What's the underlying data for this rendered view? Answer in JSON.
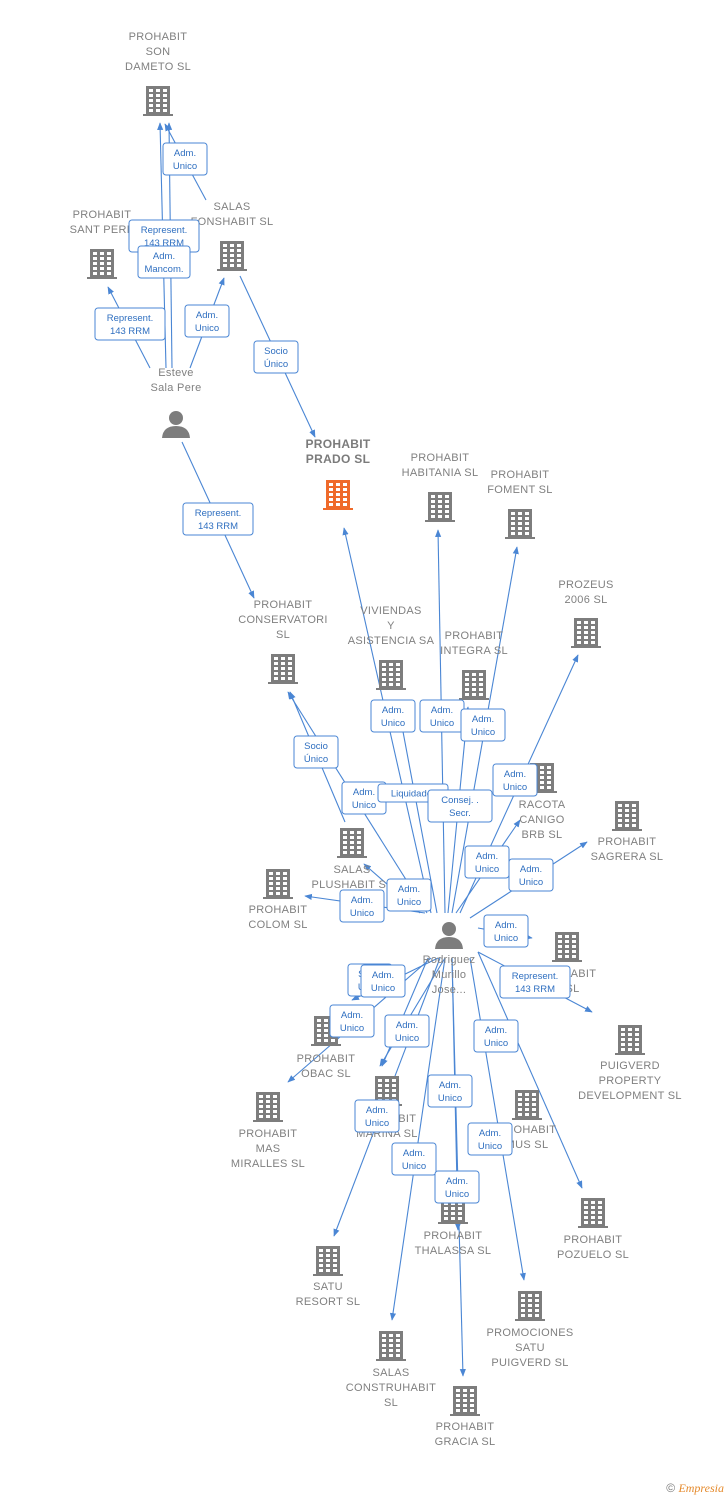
{
  "colors": {
    "edge": "#4a86d4",
    "building": "#7d7d7d",
    "building_main": "#ef6a2a",
    "person": "#7d7d7d"
  },
  "nodes": [
    {
      "id": "son_dameto",
      "type": "company",
      "lines": [
        "PROHABIT",
        "SON",
        "DAMETO  SL"
      ]
    },
    {
      "id": "sant_pere",
      "type": "company",
      "lines": [
        "PROHABIT",
        "SANT PERE"
      ]
    },
    {
      "id": "fonshabit",
      "type": "company",
      "lines": [
        "SALAS",
        "FONSHABIT  SL"
      ]
    },
    {
      "id": "esteve",
      "type": "person",
      "lines": [
        "Esteve",
        "Sala Pere"
      ]
    },
    {
      "id": "prado",
      "type": "company",
      "main": true,
      "lines": [
        "PROHABIT",
        "PRADO  SL"
      ]
    },
    {
      "id": "habitania",
      "type": "company",
      "lines": [
        "PROHABIT",
        "HABITANIA  SL"
      ]
    },
    {
      "id": "foment",
      "type": "company",
      "lines": [
        "PROHABIT",
        "FOMENT  SL"
      ]
    },
    {
      "id": "prozeus",
      "type": "company",
      "lines": [
        "PROZEUS",
        "2006 SL"
      ]
    },
    {
      "id": "conservatori",
      "type": "company",
      "lines": [
        "PROHABIT",
        "CONSERVATORI",
        "SL"
      ]
    },
    {
      "id": "viviendas",
      "type": "company",
      "lines": [
        "VIVIENDAS",
        "Y",
        "ASISTENCIA SA"
      ]
    },
    {
      "id": "integra",
      "type": "company",
      "lines": [
        "PROHABIT",
        "INTEGRA  SL"
      ]
    },
    {
      "id": "racota",
      "type": "company",
      "lines": [
        "RACOTA",
        "CANIGO",
        "BRB  SL"
      ]
    },
    {
      "id": "sagrera",
      "type": "company",
      "lines": [
        "PROHABIT",
        "SAGRERA  SL"
      ]
    },
    {
      "id": "plushabit",
      "type": "company",
      "lines": [
        "SALAS",
        "PLUSHABIT  SL"
      ]
    },
    {
      "id": "colom",
      "type": "company",
      "lines": [
        "PROHABIT",
        "COLOM  SL"
      ]
    },
    {
      "id": "rodriguez",
      "type": "person",
      "lines": [
        "Rodriguez",
        "Murillo",
        "Jose..."
      ]
    },
    {
      "id": "habit_s",
      "type": "company",
      "lines": [
        "PROHABIT",
        "S  SL"
      ]
    },
    {
      "id": "puigverd_prop",
      "type": "company",
      "lines": [
        "PUIGVERD",
        "PROPERTY",
        "DEVELOPMENT SL"
      ]
    },
    {
      "id": "obac",
      "type": "company",
      "lines": [
        "PROHABIT",
        "OBAC  SL"
      ]
    },
    {
      "id": "marina",
      "type": "company",
      "lines": [
        "PROHABIT",
        "MARINA  SL"
      ]
    },
    {
      "id": "mas_miralles",
      "type": "company",
      "lines": [
        "PROHABIT",
        "MAS",
        "MIRALLES  SL"
      ]
    },
    {
      "id": "mus",
      "type": "company",
      "lines": [
        "PROHABIT",
        "MUS  SL"
      ]
    },
    {
      "id": "pozuelo",
      "type": "company",
      "lines": [
        "PROHABIT",
        "POZUELO  SL"
      ]
    },
    {
      "id": "thalassa",
      "type": "company",
      "lines": [
        "PROHABIT",
        "THALASSA  SL"
      ]
    },
    {
      "id": "satu_resort",
      "type": "company",
      "lines": [
        "SATU",
        "RESORT  SL"
      ]
    },
    {
      "id": "promociones",
      "type": "company",
      "lines": [
        "PROMOCIONES",
        "SATU",
        "PUIGVERD  SL"
      ]
    },
    {
      "id": "construhabit",
      "type": "company",
      "lines": [
        "SALAS",
        "CONSTRUHABIT",
        "SL"
      ]
    },
    {
      "id": "gracia",
      "type": "company",
      "lines": [
        "PROHABIT",
        "GRACIA  SL"
      ]
    }
  ],
  "edges": [
    {
      "from": "fonshabit",
      "to": "son_dameto",
      "label": [
        "Adm.",
        "Unico"
      ]
    },
    {
      "from": "esteve",
      "to": "son_dameto",
      "label": [
        "Represent.",
        "143 RRM"
      ]
    },
    {
      "from": "esteve",
      "to": "son_dameto",
      "label": [
        "Adm.",
        "Mancom."
      ]
    },
    {
      "from": "esteve",
      "to": "sant_pere",
      "label": [
        "Represent.",
        "143 RRM"
      ]
    },
    {
      "from": "esteve",
      "to": "fonshabit",
      "label": [
        "Adm.",
        "Unico"
      ]
    },
    {
      "from": "fonshabit",
      "to": "prado",
      "label": [
        "Socio",
        "Único"
      ]
    },
    {
      "from": "esteve",
      "to": "conservatori",
      "label": [
        "Represent.",
        "143 RRM"
      ]
    },
    {
      "from": "rodriguez",
      "to": "prado",
      "label": [
        "Adm.",
        "Unico"
      ]
    },
    {
      "from": "rodriguez",
      "to": "habitania",
      "label": [
        "Adm.",
        "Unico"
      ]
    },
    {
      "from": "rodriguez",
      "to": "foment",
      "label": [
        "Adm.",
        "Unico"
      ]
    },
    {
      "from": "rodriguez",
      "to": "prozeus",
      "label": [
        "Adm.",
        "Unico"
      ]
    },
    {
      "from": "rodriguez",
      "to": "conservatori",
      "label": [
        "Adm.",
        "Unico"
      ]
    },
    {
      "from": "plushabit",
      "to": "conservatori",
      "label": [
        "Socio",
        "Único"
      ]
    },
    {
      "from": "rodriguez",
      "to": "viviendas",
      "label": [
        "Liquidador"
      ]
    },
    {
      "from": "rodriguez",
      "to": "integra",
      "label": [
        "Consej. .",
        "Secr."
      ]
    },
    {
      "from": "rodriguez",
      "to": "racota",
      "label": [
        "Adm.",
        "Unico"
      ]
    },
    {
      "from": "rodriguez",
      "to": "sagrera",
      "label": [
        "Adm.",
        "Unico"
      ]
    },
    {
      "from": "rodriguez",
      "to": "plushabit",
      "label": [
        "Adm.",
        "Unico"
      ]
    },
    {
      "from": "rodriguez",
      "to": "colom",
      "label": [
        "Adm.",
        "Unico"
      ]
    },
    {
      "from": "rodriguez",
      "to": "habit_s",
      "label": [
        "Adm.",
        "Unico"
      ]
    },
    {
      "from": "rodriguez",
      "to": "puigverd_prop",
      "label": [
        "Represent.",
        "143 RRM"
      ]
    },
    {
      "from": "rodriguez",
      "to": "marina",
      "label": [
        "Socio",
        "Único"
      ]
    },
    {
      "from": "rodriguez",
      "to": "mas_miralles",
      "label": [
        "Adm.",
        "Unico"
      ]
    },
    {
      "from": "rodriguez",
      "to": "obac",
      "label": [
        "Adm.",
        "Unico"
      ]
    },
    {
      "from": "rodriguez",
      "to": "satu_resort",
      "label": [
        "Adm.",
        "Unico"
      ]
    },
    {
      "from": "rodriguez",
      "to": "construhabit",
      "label": [
        "Adm.",
        "Unico"
      ]
    },
    {
      "from": "rodriguez",
      "to": "thalassa",
      "label": [
        "Adm.",
        "Unico"
      ]
    },
    {
      "from": "rodriguez",
      "to": "gracia",
      "label": [
        "Adm.",
        "Unico"
      ]
    },
    {
      "from": "rodriguez",
      "to": "mus",
      "label": [
        "Adm.",
        "Unico"
      ]
    },
    {
      "from": "rodriguez",
      "to": "pozuelo",
      "label": [
        "Adm.",
        "Unico"
      ]
    },
    {
      "from": "rodriguez",
      "to": "promociones",
      "label": [
        "Adm.",
        "Unico"
      ]
    }
  ],
  "footer": {
    "copyright": "©",
    "brand": "Empresia"
  }
}
